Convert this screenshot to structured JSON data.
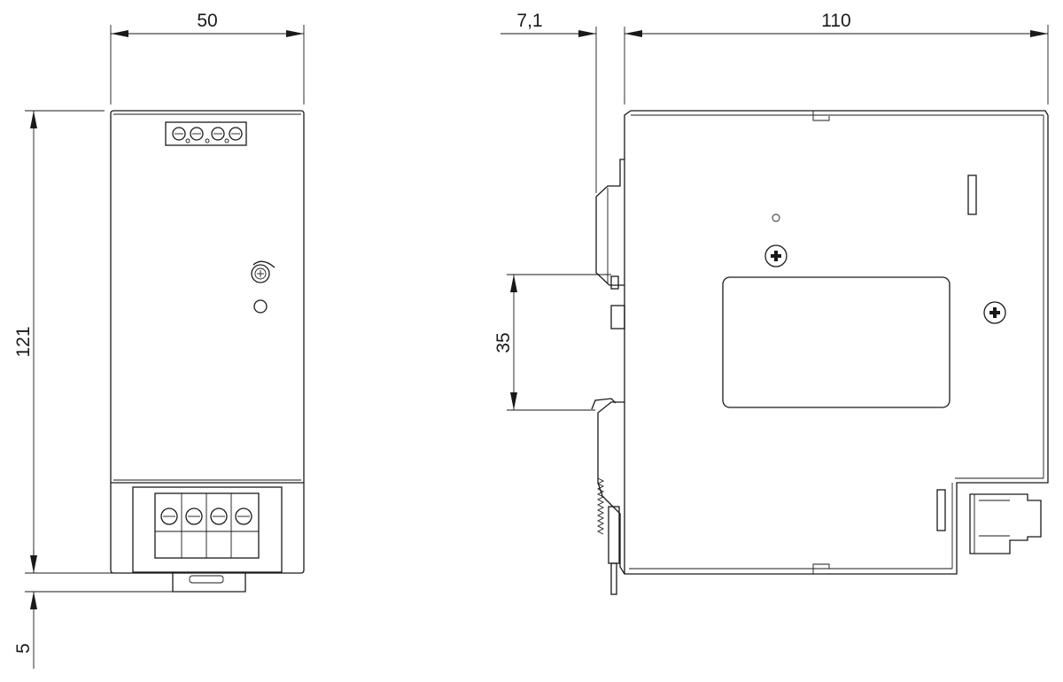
{
  "dimensions": {
    "front_width": "50",
    "front_height": "121",
    "front_rail_offset": "5",
    "side_rail_depth": "7,1",
    "side_depth": "110",
    "rail_height": "35"
  }
}
